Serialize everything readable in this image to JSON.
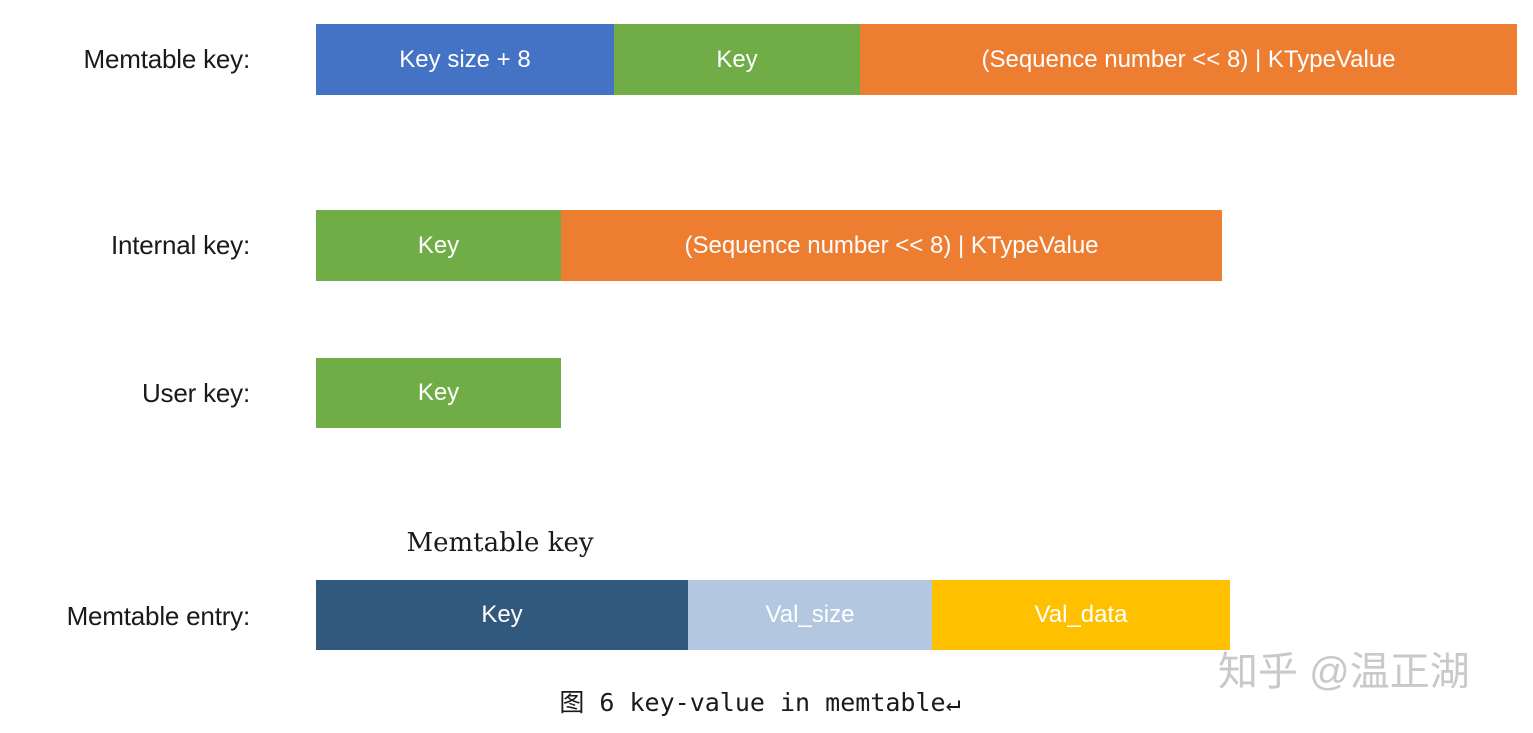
{
  "figure": {
    "caption": "图 6 key-value in memtable↵",
    "watermark": "知乎 @温正湖",
    "inline_annotation": "Memtable key"
  },
  "colors": {
    "blue": "#4472C4",
    "green": "#70AD47",
    "orange": "#ED7D31",
    "dark_blue": "#31597E",
    "light_blue": "#B4C7E0",
    "yellow": "#FFC000",
    "text_dark": "#1A1A1A",
    "text_light": "#FFFFFF",
    "watermark": "#C9C9C9"
  },
  "rows": [
    {
      "label": "Memtable key:",
      "segments": [
        {
          "text": "Key size + 8",
          "color": "blue"
        },
        {
          "text": "Key",
          "color": "green"
        },
        {
          "text": "(Sequence number << 8) | KTypeValue",
          "color": "orange"
        }
      ]
    },
    {
      "label": "Internal key:",
      "segments": [
        {
          "text": "Key",
          "color": "green"
        },
        {
          "text": "(Sequence number << 8) | KTypeValue",
          "color": "orange"
        }
      ]
    },
    {
      "label": "User key:",
      "segments": [
        {
          "text": "Key",
          "color": "green"
        }
      ]
    },
    {
      "label": "Memtable entry:",
      "segments": [
        {
          "text": "Key",
          "color": "dark_blue"
        },
        {
          "text": "Val_size",
          "color": "light_blue"
        },
        {
          "text": "Val_data",
          "color": "yellow"
        }
      ]
    }
  ]
}
